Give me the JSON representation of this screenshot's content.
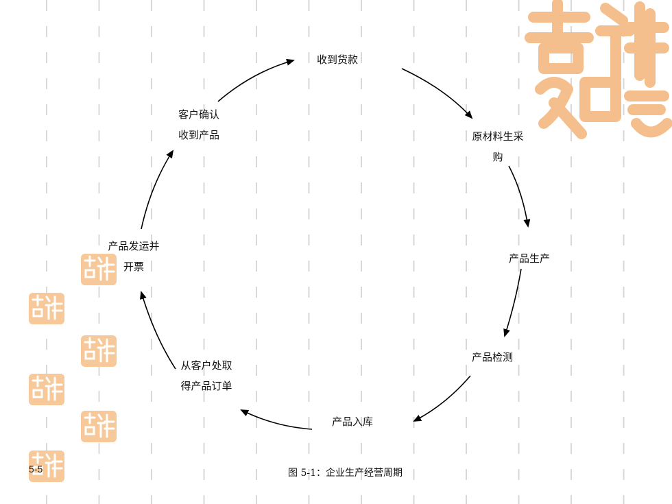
{
  "nodes": [
    {
      "id": "receive-payment",
      "lines": [
        "收到货款"
      ]
    },
    {
      "id": "purchase-materials",
      "lines": [
        "原材料生采",
        "购"
      ]
    },
    {
      "id": "production",
      "lines": [
        "产品生产"
      ]
    },
    {
      "id": "inspection",
      "lines": [
        "产品检测"
      ]
    },
    {
      "id": "warehousing",
      "lines": [
        "产品入库"
      ]
    },
    {
      "id": "get-order",
      "lines": [
        "从客户处取",
        "得产品订单"
      ]
    },
    {
      "id": "ship-invoice",
      "lines": [
        "产品发运并",
        "开票"
      ]
    },
    {
      "id": "customer-confirm",
      "lines": [
        "客户确认",
        "收到产品"
      ]
    }
  ],
  "caption": "图 5-1：企业生产经营周期",
  "slide_number": "5-5",
  "colors": {
    "seal": "#f6c89a",
    "seal_dark": "#eea66a",
    "dash": "#d8d8d8",
    "arrow": "#000000"
  },
  "decoration": {
    "seal_icon": "auspicious-seal-icon"
  }
}
